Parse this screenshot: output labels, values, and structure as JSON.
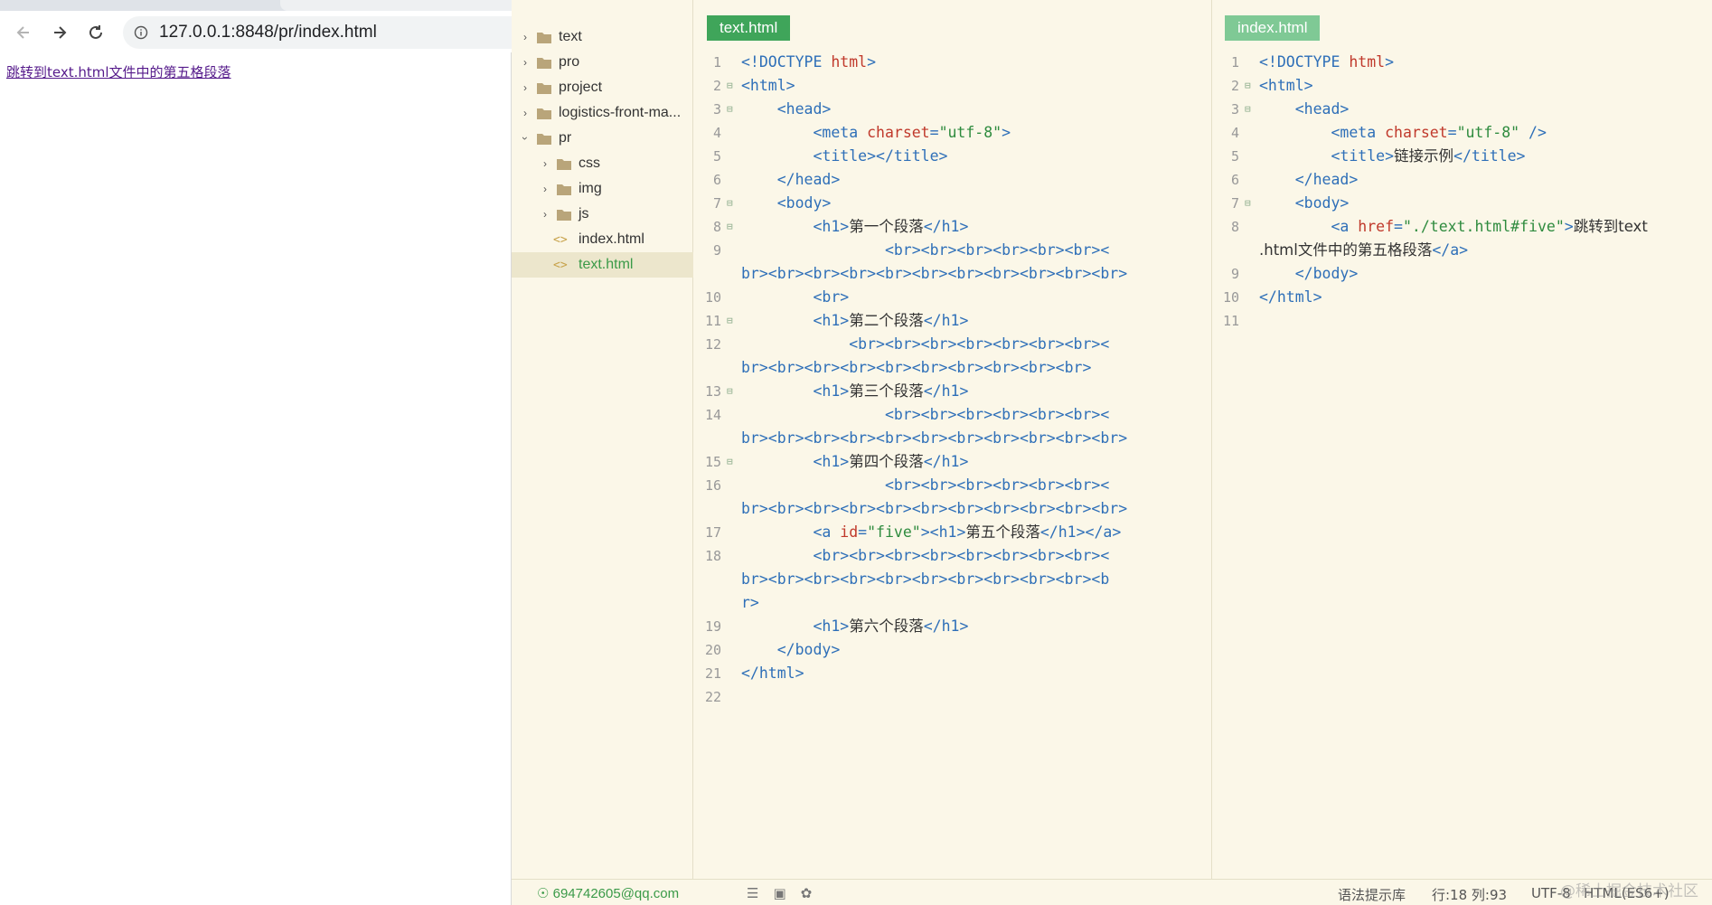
{
  "browser": {
    "url": "127.0.0.1:8848/pr/index.html",
    "link_text": "跳转到text.html文件中的第五格段落"
  },
  "file_tree": [
    {
      "label": "text",
      "type": "folder",
      "depth": 0,
      "expanded": false
    },
    {
      "label": "pro",
      "type": "folder",
      "depth": 0,
      "expanded": false
    },
    {
      "label": "project",
      "type": "folder",
      "depth": 0,
      "expanded": false
    },
    {
      "label": "logistics-front-ma...",
      "type": "folder",
      "depth": 0,
      "expanded": false
    },
    {
      "label": "pr",
      "type": "folder",
      "depth": 0,
      "expanded": true
    },
    {
      "label": "css",
      "type": "folder",
      "depth": 1,
      "expanded": false
    },
    {
      "label": "img",
      "type": "folder",
      "depth": 1,
      "expanded": false
    },
    {
      "label": "js",
      "type": "folder",
      "depth": 1,
      "expanded": false
    },
    {
      "label": "index.html",
      "type": "file",
      "depth": 1,
      "active": false
    },
    {
      "label": "text.html",
      "type": "file",
      "depth": 1,
      "active": true
    }
  ],
  "left_pane": {
    "tab": "text.html",
    "line_numbers": [
      "1",
      "2",
      "3",
      "4",
      "5",
      "6",
      "7",
      "8",
      "9",
      "10",
      "11",
      "12",
      "13",
      "14",
      "15",
      "16",
      "17",
      "18",
      "19",
      "20",
      "21",
      "22"
    ]
  },
  "right_pane": {
    "tab": "index.html",
    "line_numbers": [
      "1",
      "2",
      "3",
      "4",
      "5",
      "6",
      "7",
      "8",
      "9",
      "10",
      "11"
    ]
  },
  "status": {
    "user": "694742605@qq.com",
    "hint": "语法提示库",
    "position": "行:18  列:93",
    "encoding": "UTF-8",
    "language": "HTML(ES6+)",
    "watermark": "@稀土掘金技术社区"
  }
}
